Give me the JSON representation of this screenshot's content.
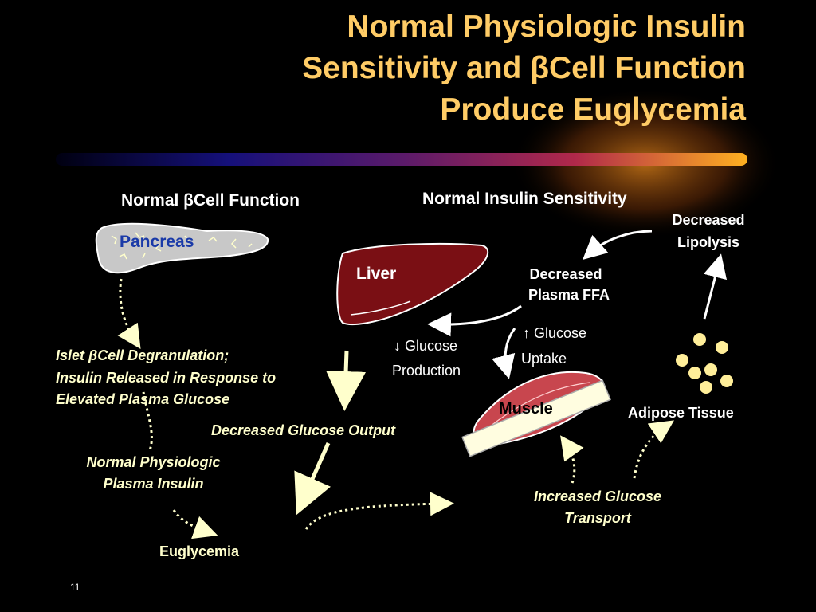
{
  "title": {
    "line1": "Normal Physiologic Insulin",
    "line2": "Sensitivity and βCell Function",
    "line3": "Produce Euglycemia"
  },
  "headings": {
    "beta_cell": "Normal βCell Function",
    "insulin_sensitivity": "Normal Insulin Sensitivity"
  },
  "organs": {
    "pancreas": "Pancreas",
    "liver": "Liver",
    "muscle": "Muscle",
    "adipose": "Adipose Tissue"
  },
  "labels": {
    "decreased_lipolysis_1": "Decreased",
    "decreased_lipolysis_2": "Lipolysis",
    "decreased_ffa_1": "Decreased",
    "decreased_ffa_2": "Plasma FFA",
    "glucose_uptake_1": "↑ Glucose",
    "glucose_uptake_2": "Uptake",
    "glucose_production_1": "↓ Glucose",
    "glucose_production_2": "Production"
  },
  "process": {
    "islet_1": "Islet βCell Degranulation;",
    "islet_2": "Insulin Released in Response to",
    "islet_3": "Elevated Plasma Glucose",
    "decreased_output": "Decreased Glucose Output",
    "plasma_insulin_1": "Normal Physiologic",
    "plasma_insulin_2": "Plasma Insulin",
    "glucose_transport_1": "Increased Glucose",
    "glucose_transport_2": "Transport",
    "euglycemia": "Euglycemia"
  },
  "footer": {
    "slide_number": "11"
  },
  "colors": {
    "title": "#ffcc66",
    "pancreas_label": "#1a3aa8",
    "liver": "#7a0f14",
    "muscle": "#c8464e",
    "adipose_dots": "#ffee99",
    "italic_text": "#ffffcc"
  }
}
